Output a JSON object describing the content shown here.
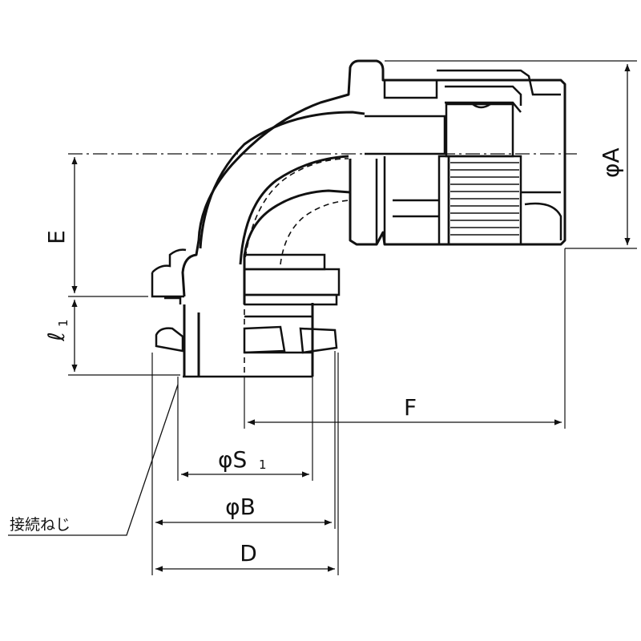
{
  "labels": {
    "phi_a": "φA",
    "e": "E",
    "l1_main": "ℓ",
    "l1_sub": "1",
    "f": "F",
    "phi_s1_main": "φS",
    "phi_s1_sub": "1",
    "phi_b": "φB",
    "d": "D",
    "connection_thread": "接続ねじ"
  },
  "colors": {
    "line": "#111111",
    "background": "#ffffff"
  }
}
